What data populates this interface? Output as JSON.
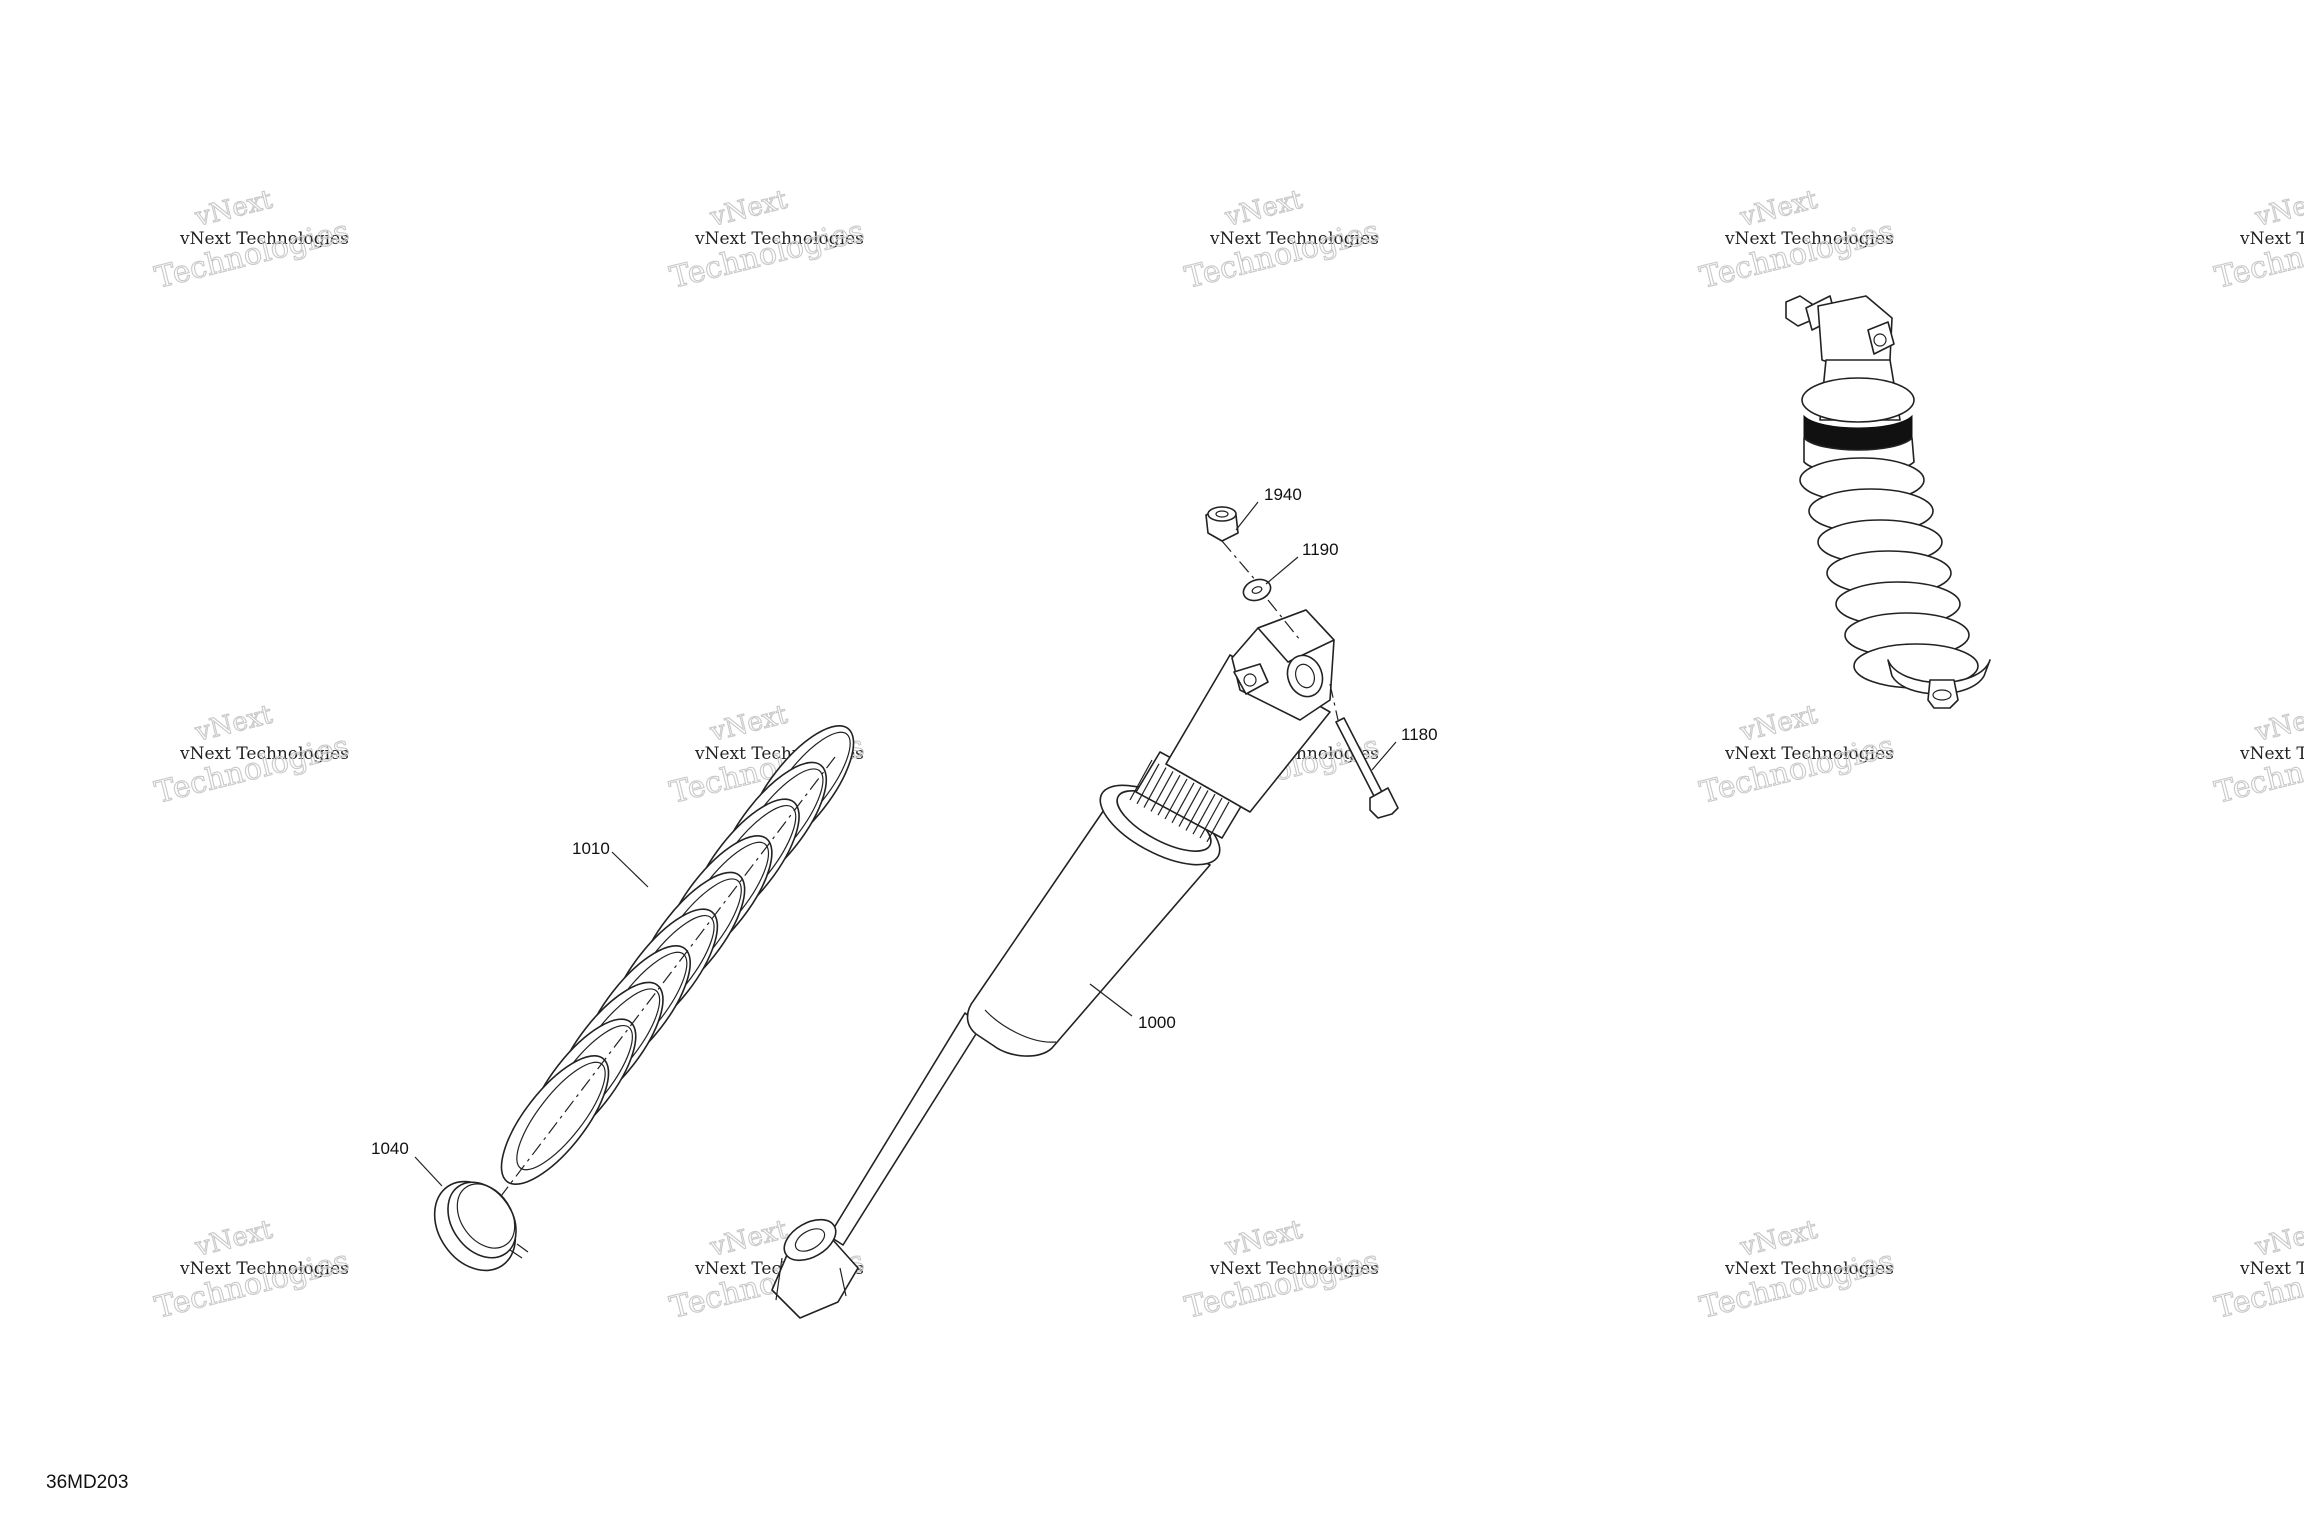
{
  "diagram": {
    "reference_code": "36MD203",
    "watermark": {
      "brand": "vNext",
      "line1": "vNext Technologies",
      "line2": "Technologies"
    },
    "callouts": [
      {
        "id": "c1940",
        "label": "1940"
      },
      {
        "id": "c1190",
        "label": "1190"
      },
      {
        "id": "c1180",
        "label": "1180"
      },
      {
        "id": "c1010",
        "label": "1010"
      },
      {
        "id": "c1000",
        "label": "1000"
      },
      {
        "id": "c1040",
        "label": "1040"
      }
    ]
  }
}
